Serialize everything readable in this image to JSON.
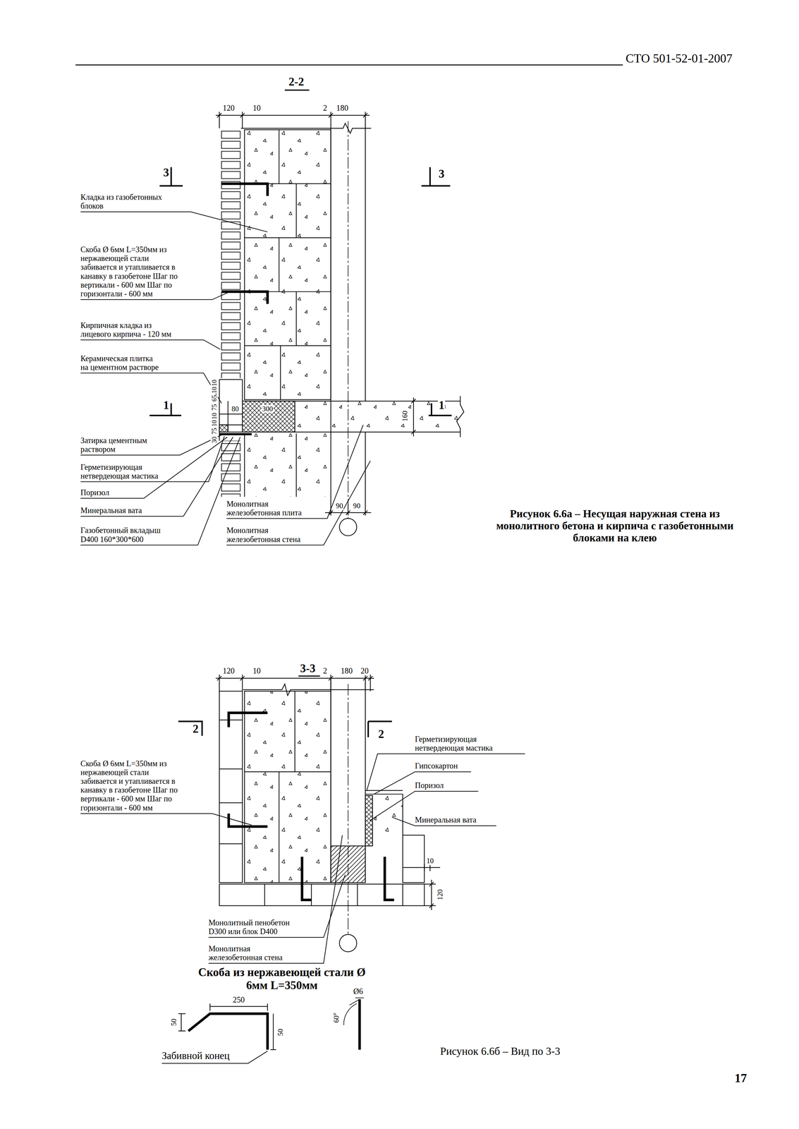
{
  "diagram": {
    "caption": "Рисунок 6.6а – Несущая наружная стена из монолитного бетона и кирпича с газобетонными блоками на клею",
    "labels": [
      "СТО 501-52-01-2007",
      "2-2",
      "120",
      "10",
      "2",
      "180",
      "3",
      "3",
      "Кладка из газобетонных блоков",
      "Скоба Ø 6мм L=350мм из нержавеющей стали забивается и утапливается в канавку в газобетоне Шаг по вертикали - 600 мм Шаг по горизонтали - 600 мм",
      "Кирпичная кладка из лицевого кирпича - 120 мм",
      "Керамическая плитка на цементном растворе",
      "1",
      "1",
      "10",
      "10",
      "65",
      "75",
      "10",
      "10",
      "75",
      "30",
      "80",
      "300",
      "160",
      "Затирка цементным раствором",
      "Герметизирующая нетвердеющая мастика",
      "Поризол",
      "Минеральная вата",
      "Газобетонный вкладыш D400 160*300*600",
      "Монолитная железобетонная плита",
      "Монолитная железобетонная стена",
      "90",
      "90",
      "3-3",
      "120",
      "10",
      "2",
      "180",
      "20",
      "2",
      "2",
      "Скоба Ø 6мм L=350мм из нержавеющей стали забивается и утапливается в канавку в газобетоне Шаг по вертикали - 600 мм Шаг по горизонтали - 600 мм",
      "Герметизирующая нетвердеющая мастика",
      "Гипсокартон",
      "Поризол",
      "Минеральная вата",
      "10",
      "120",
      "Монолитный пенобетон D300 или блок D400",
      "Монолитная железобетонная стена",
      "Скоба из нержавеющей стали Ø 6мм L=350мм",
      "250",
      "50",
      "50",
      "Забивной конец",
      "Ø6",
      "60°",
      "Рисунок 6.6б – Вид по 3-3",
      "17"
    ]
  }
}
